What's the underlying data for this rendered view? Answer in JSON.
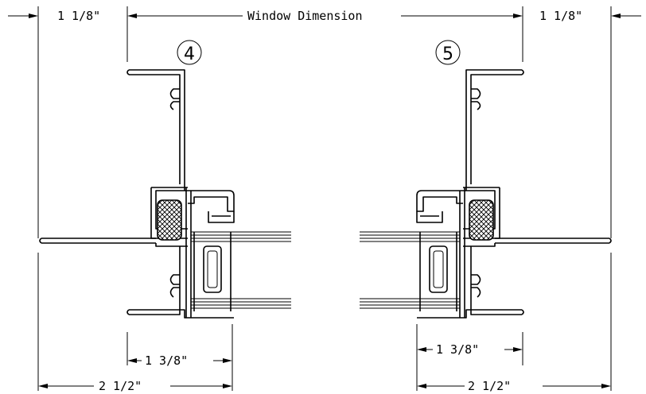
{
  "dimensions": {
    "left_offset": "1 1/8\"",
    "window": "Window Dimension",
    "right_offset": "1 1/8\"",
    "left_inner": "1 3/8\"",
    "right_inner": "1 3/8\"",
    "left_overall": "2 1/2\"",
    "right_overall": "2 1/2\""
  },
  "callouts": {
    "left": "4",
    "right": "5"
  }
}
